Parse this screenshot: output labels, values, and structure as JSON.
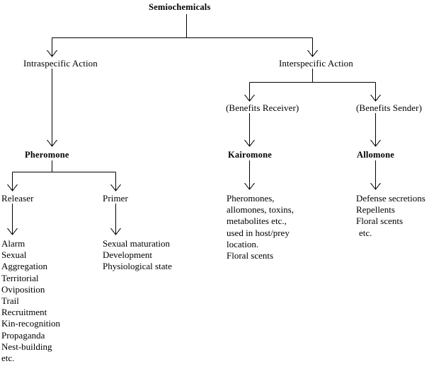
{
  "diagram": {
    "title": "Semiochemicals",
    "nodes": {
      "root": "Semiochemicals",
      "intraspecific": "Intraspecific Action",
      "interspecific": "Interspecific Action",
      "benefits_receiver": "(Benefits Receiver)",
      "benefits_sender": "(Benefits Sender)",
      "pheromone": "Pheromone",
      "kairomone": "Kairomone",
      "allomone": "Allomone",
      "releaser": "Releaser",
      "primer": "Primer"
    },
    "lists": {
      "releaser_effects": [
        "Alarm",
        "Sexual",
        "Aggregation",
        "Territorial",
        "Oviposition",
        "Trail",
        "Recruitment",
        "Kin-recognition",
        "Propaganda",
        "Nest-building",
        "etc."
      ],
      "primer_effects": [
        "Sexual maturation",
        "Development",
        "Physiological state"
      ],
      "kairomone_examples": [
        "Pheromones,",
        "allomones, toxins,",
        "metabolites etc.,",
        "used in host/prey",
        "location.",
        "Floral scents"
      ],
      "allomone_examples": [
        "Defense secretions",
        "Repellents",
        "Floral scents",
        "etc."
      ]
    },
    "style": {
      "line_color": "#000000",
      "text_color": "#000000",
      "background": "#ffffff"
    }
  }
}
